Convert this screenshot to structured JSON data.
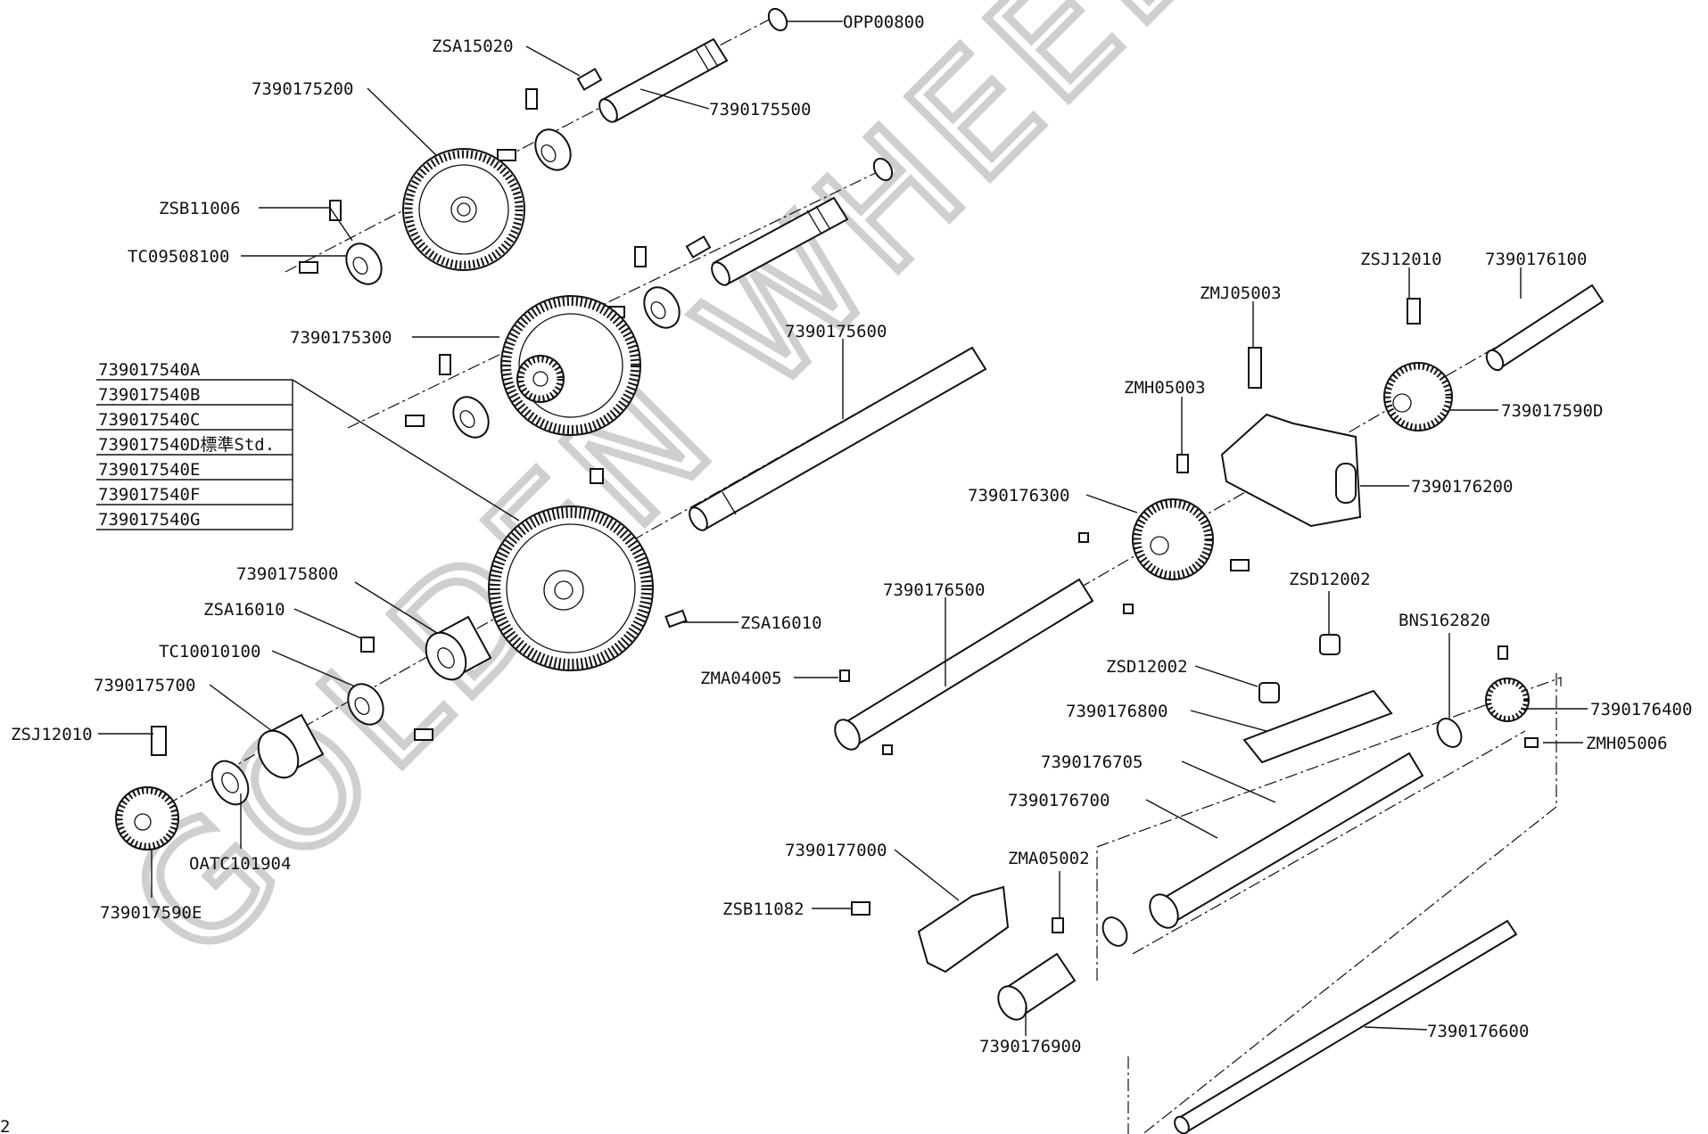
{
  "watermark": "GOLDEN WHEEL",
  "page_number": "2",
  "parts": {
    "opp00800": "OPP00800",
    "zsa15020": "ZSA15020",
    "p7390175500": "7390175500",
    "p7390175200": "7390175200",
    "zsb11006": "ZSB11006",
    "tc09508100": "TC09508100",
    "p7390175300": "7390175300",
    "p7390175600": "7390175600",
    "zsj12010_top": "ZSJ12010",
    "p7390176100": "7390176100",
    "zmj05003": "ZMJ05003",
    "zmh05003": "ZMH05003",
    "p739017590d": "739017590D",
    "p7390176200": "7390176200",
    "p7390176300": "7390176300",
    "p7390175800": "7390175800",
    "zsa16010_left": "ZSA16010",
    "zsa16010_right": "ZSA16010",
    "tc10010100": "TC10010100",
    "p7390175700": "7390175700",
    "zsj12010_left": "ZSJ12010",
    "oatc101904": "OATC101904",
    "p739017590e": "739017590E",
    "p7390176500": "7390176500",
    "zma04005": "ZMA04005",
    "zsd12002_top": "ZSD12002",
    "zsd12002_left": "ZSD12002",
    "bns162820": "BNS162820",
    "p7390176800": "7390176800",
    "p7390176400": "7390176400",
    "zmh05006": "ZMH05006",
    "p7390176705": "7390176705",
    "p7390176700": "7390176700",
    "p7390177000": "7390177000",
    "zma05002": "ZMA05002",
    "zsb11082": "ZSB11082",
    "p7390176900": "7390176900",
    "p7390176600": "7390176600"
  },
  "variant_table": [
    "739017540A",
    "739017540B",
    "739017540C",
    "739017540D標準Std.",
    "739017540E",
    "739017540F",
    "739017540G"
  ]
}
